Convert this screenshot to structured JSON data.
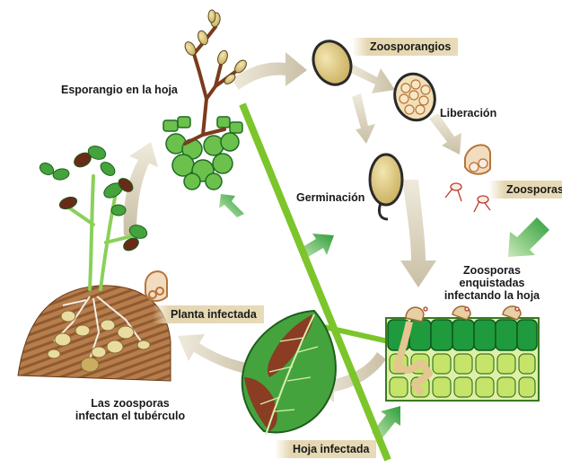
{
  "labels": {
    "zoosporangios": "Zoosporangios",
    "esporangio_hoja": "Esporangio en la hoja",
    "liberacion": "Liberación",
    "germinacion": "Germinación",
    "zoosporas": "Zoosporas",
    "enquistadas_1": "Zoosporas",
    "enquistadas_2": "enquistadas",
    "enquistadas_3": "infectando la hoja",
    "planta_infectada": "Planta infectada",
    "tuberculo_1": "Las zoosporas",
    "tuberculo_2": "infectan el tubérculo",
    "hoja_infectada": "Hoja infectada"
  },
  "colors": {
    "cycle_arrow": "#d8cfb8",
    "green_arrow": "#4caf3c",
    "stem_line": "#7cc52a",
    "tag_fill": "#e4d6b0",
    "sporangium": "#d9c680",
    "soil": "#a56a3c",
    "leaf": "#3f9b37"
  }
}
